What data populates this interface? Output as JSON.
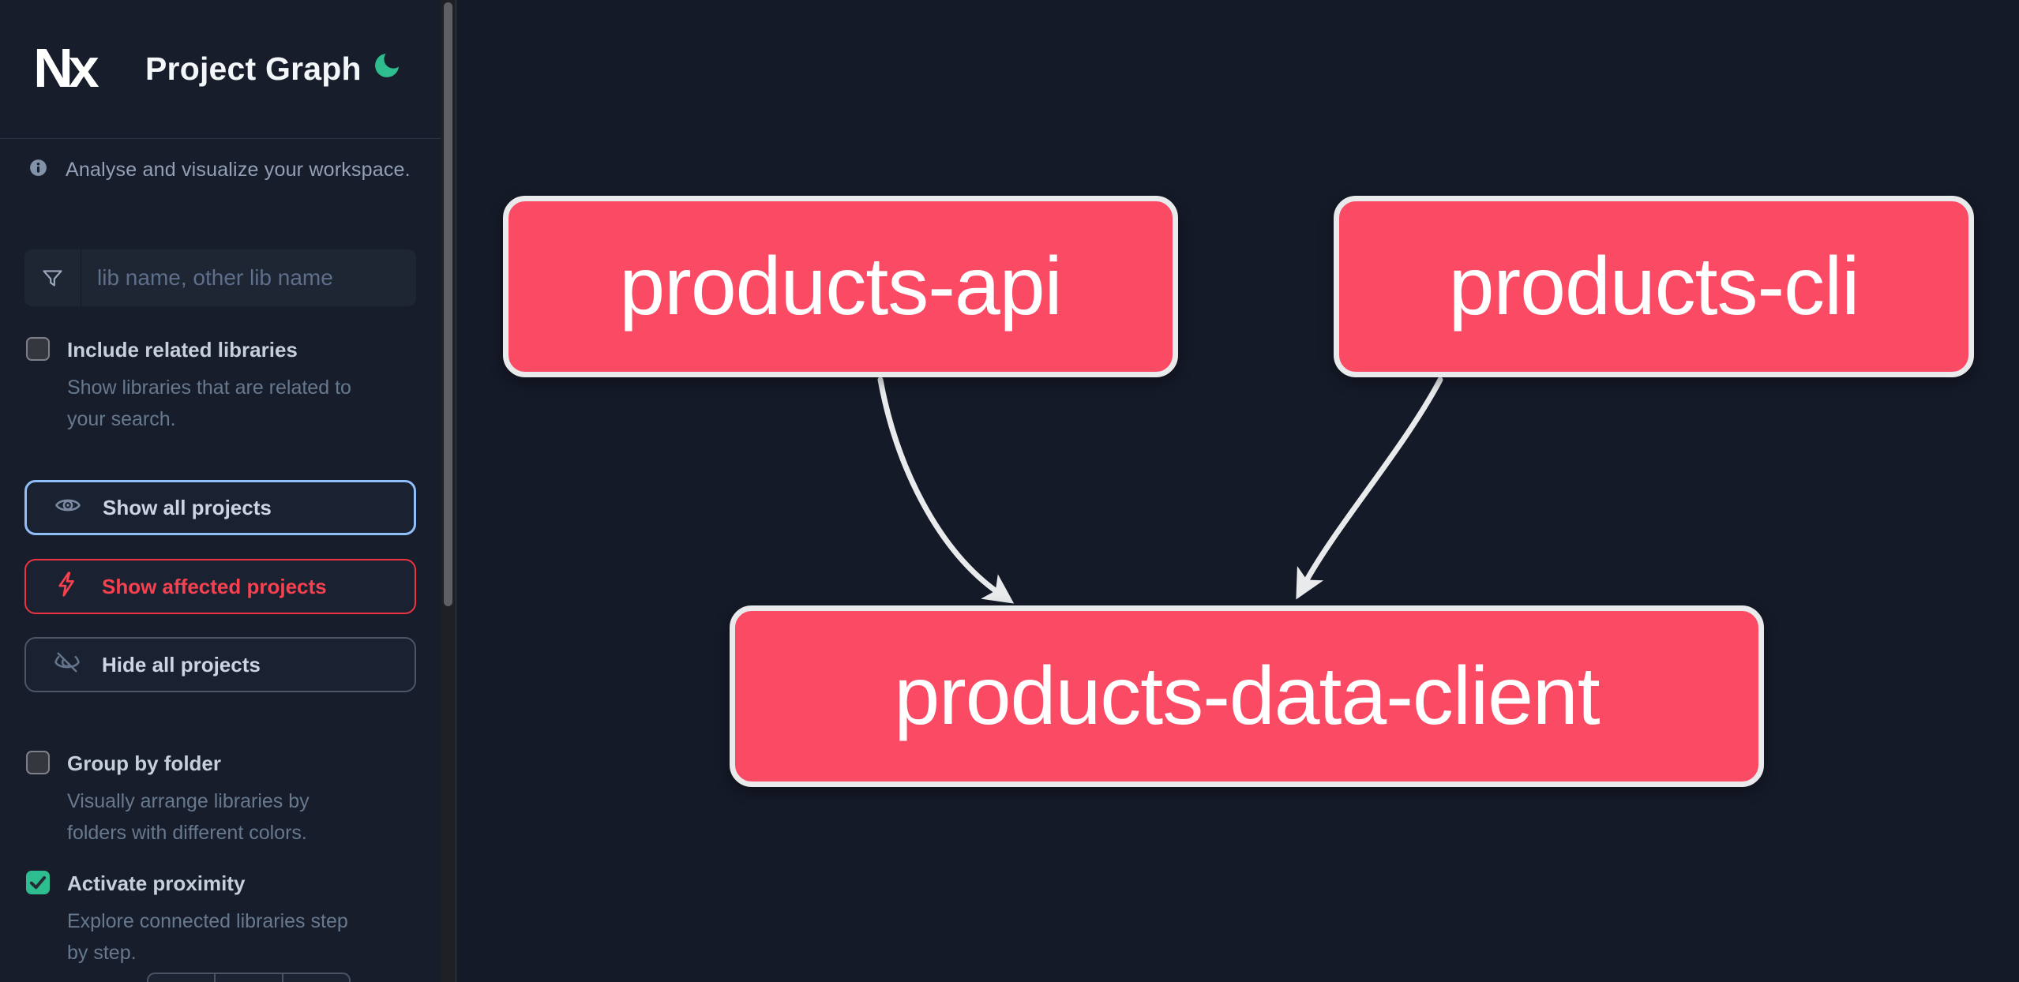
{
  "header": {
    "logo_text": "Nx",
    "app_title": "Project Graph"
  },
  "sidebar": {
    "tagline": "Analyse and visualize your workspace.",
    "search": {
      "placeholder": "lib name, other lib name",
      "value": ""
    },
    "checkboxes": [
      {
        "label": "Include related libraries",
        "checked": false,
        "description_lines": [
          "Show libraries that are related to",
          "your search."
        ]
      },
      {
        "label": "Group by folder",
        "checked": false,
        "description_lines": [
          "Visually arrange libraries by",
          "folders with different colors."
        ]
      },
      {
        "label": "Activate proximity",
        "checked": true,
        "description_lines": [
          "Explore connected libraries step",
          "by step."
        ]
      }
    ],
    "buttons": [
      {
        "label": "Show all projects"
      },
      {
        "label": "Show affected projects"
      },
      {
        "label": "Hide all projects"
      }
    ]
  },
  "graph": {
    "nodes": [
      {
        "label": "products-api"
      },
      {
        "label": "products-cli"
      },
      {
        "label": "products-data-client"
      }
    ],
    "edges": [
      {
        "source": "products-api",
        "target": "products-data-client"
      },
      {
        "source": "products-cli",
        "target": "products-data-client"
      }
    ]
  },
  "colors": {
    "node_fill": "#fa4a64",
    "node_border": "#e9eaec",
    "edge": "#e9eaec",
    "accent_green": "#2ebd8e",
    "accent_blue": "#8fbef8",
    "accent_red": "#f8404e",
    "sidebar_bg": "#171d2b",
    "canvas_bg": "#151a28"
  }
}
